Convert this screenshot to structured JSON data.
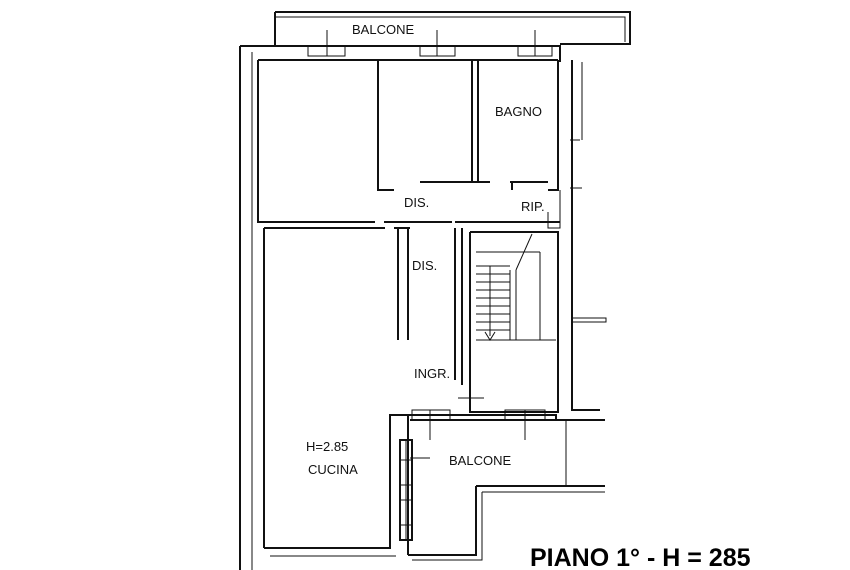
{
  "plan": {
    "title": "PIANO 1° - H = 285",
    "labels": {
      "balcone_top": "BALCONE",
      "bagno": "BAGNO",
      "dis_upper": "DIS.",
      "rip": "RIP.",
      "dis_lower": "DIS.",
      "ingr": "INGR.",
      "height_note": "H=2.85",
      "cucina": "CUCINA",
      "balcone_bottom": "BALCONE"
    },
    "colors": {
      "line": "#111111",
      "background": "#ffffff"
    }
  }
}
